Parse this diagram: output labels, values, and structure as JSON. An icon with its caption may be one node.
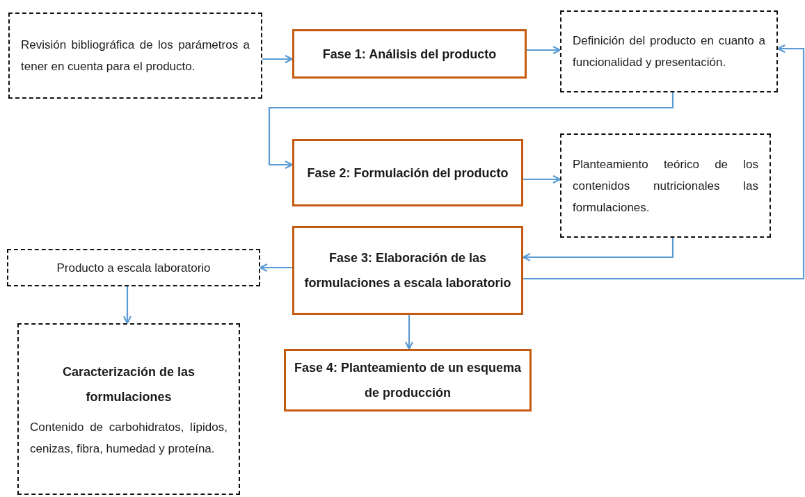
{
  "diagram": {
    "nodes": [
      {
        "text": [
          "Revisión bibliográfica de los parámetros a tener en cuenta para el producto."
        ]
      },
      {
        "text": [
          "Fase 1: Análisis del producto"
        ]
      },
      {
        "text": [
          "Definición del producto en cuanto a funcionalidad y presentación."
        ]
      },
      {
        "text": [
          "Fase 2: Formulación del producto"
        ]
      },
      {
        "text": [
          "Planteamiento teórico de los contenidos nutricionales las formulaciones."
        ]
      },
      {
        "text": [
          "Fase 3: Elaboración de las formulaciones a escala laboratorio"
        ]
      },
      {
        "text": [
          "Producto a escala laboratorio"
        ]
      },
      {
        "text": [
          "Caracterización de las formulaciones",
          "Contenido de carbohidratos, lípidos, cenizas, fibra, humedad y proteína."
        ]
      },
      {
        "text": [
          "Fase 4: Planteamiento de un esquema de producción"
        ]
      }
    ],
    "edges": [
      {
        "from": 0,
        "to": 1,
        "arrow": "to"
      },
      {
        "from": 1,
        "to": 2,
        "arrow": "to"
      },
      {
        "from": 2,
        "to": 3,
        "arrow": "to"
      },
      {
        "from": 3,
        "to": 4,
        "arrow": "to"
      },
      {
        "from": 4,
        "to": 5,
        "arrow": "to"
      },
      {
        "from": 5,
        "to": 2,
        "arrow": "to"
      },
      {
        "from": 5,
        "to": 6,
        "arrow": "to"
      },
      {
        "from": 6,
        "to": 7,
        "arrow": "to"
      },
      {
        "from": 5,
        "to": 8,
        "arrow": "to"
      }
    ]
  }
}
